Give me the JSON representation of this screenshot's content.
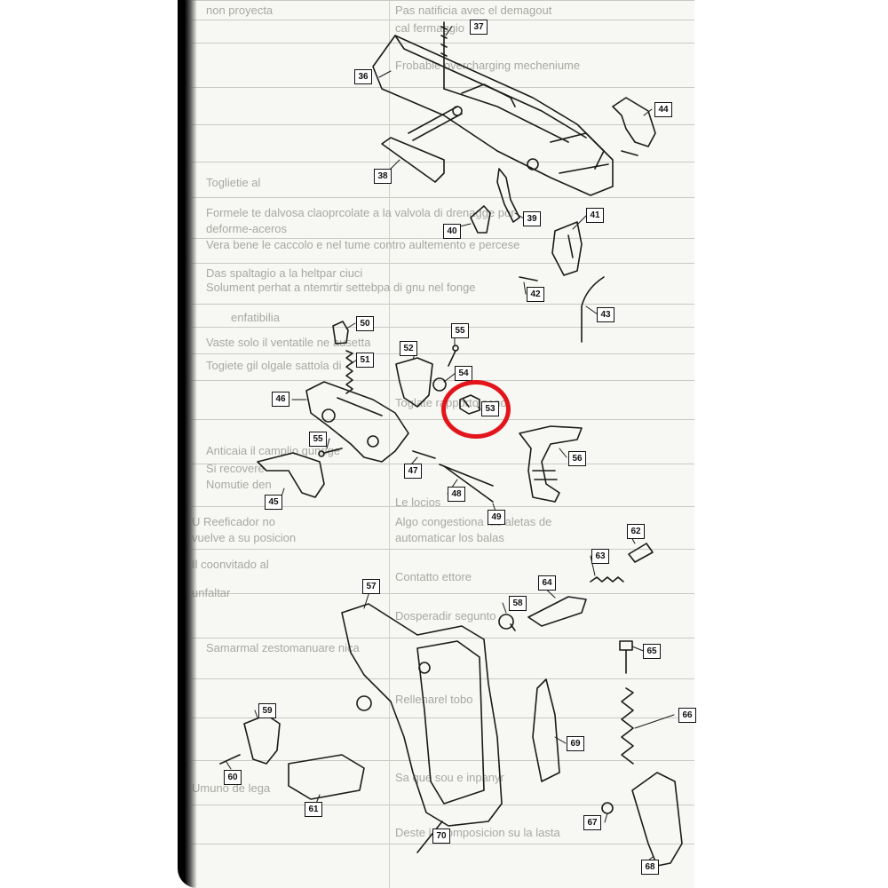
{
  "diagram": {
    "part_labels": [
      "37",
      "36",
      "44",
      "38",
      "39",
      "40",
      "41",
      "42",
      "43",
      "50",
      "55",
      "51",
      "52",
      "54",
      "46",
      "53",
      "55",
      "56",
      "47",
      "45",
      "48",
      "49",
      "62",
      "63",
      "57",
      "64",
      "58",
      "65",
      "59",
      "66",
      "69",
      "60",
      "61",
      "67",
      "70",
      "68"
    ],
    "highlighted_part": "53",
    "highlight_color": "#e3141b"
  },
  "background_text": {
    "lines": [
      "non proyecta",
      "Pas natificia avec el demagout",
      "cal fermaggio",
      "Frobable overcharging mecheniume",
      "Toglietie al",
      "Formele te dalvosa claoprcolate a la valvola di drenagge por",
      "deforme-aceros",
      "Vera bene le caccolo e nel tume contro aultemento e percese",
      "Das spaltagio a la heltpar ciuci",
      "Solument perhat a ntemrtir settebpa di gnu nel fonge",
      "enfatibilia",
      "Vaste solo il ventatile ne ausetta",
      "Togiete gil olgale sattola di",
      "Toglate rapporto sono",
      "Anticaia il camplio gunrige",
      "Si recovere",
      "Nomutie den",
      "Le locios",
      "U Reeficador no",
      "vuelve a su posicion",
      "Algo congestiona las aletas de",
      "automaticar los balas",
      "Il coonvitado al",
      "unfaltar",
      "Contatto ettore",
      "Samarmal zestomanuare nica",
      "Dosperadir segunto",
      "Rellenarel tobo",
      "Umuno de lega",
      "Sa que sou e inpanyr",
      "Deste la composicion su la lasta"
    ]
  }
}
